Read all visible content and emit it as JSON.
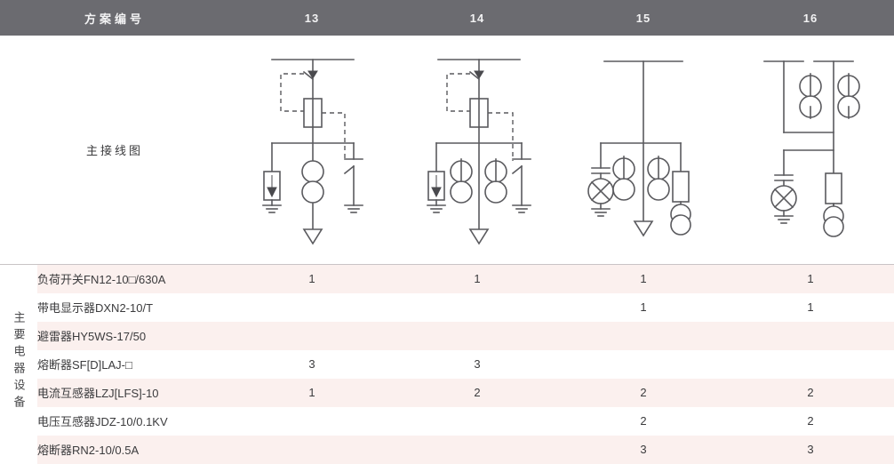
{
  "table": {
    "header": {
      "row_label": "方案编号",
      "columns": [
        "13",
        "14",
        "15",
        "16"
      ]
    },
    "diagram_row": {
      "label": "主接线图"
    },
    "equipment_group": {
      "vertical_label": "主要电器设备",
      "rows": [
        {
          "name": "负荷开关FN12-10□/630A",
          "values": [
            "1",
            "1",
            "1",
            "1"
          ]
        },
        {
          "name": "带电显示器DXN2-10/T",
          "values": [
            "",
            "",
            "1",
            "1"
          ]
        },
        {
          "name": "避雷器HY5WS-17/50",
          "values": [
            "",
            "",
            "",
            ""
          ]
        },
        {
          "name": "熔断器SF[D]LAJ-□",
          "values": [
            "3",
            "3",
            "",
            ""
          ]
        },
        {
          "name": "电流互感器LZJ[LFS]-10",
          "values": [
            "1",
            "2",
            "2",
            "2"
          ]
        },
        {
          "name": "电压互感器JDZ-10/0.1KV",
          "values": [
            "",
            "",
            "2",
            "2"
          ]
        },
        {
          "name": "熔断器RN2-10/0.5A",
          "values": [
            "",
            "",
            "3",
            "3"
          ]
        }
      ]
    }
  },
  "colors": {
    "header_background": "#6b6b70",
    "header_text": "#f2f2f3",
    "stripe_background": "#fbf0ee",
    "row_background": "#ffffff",
    "border": "#d9d5d7",
    "diagram_stroke": "#5a5a5e",
    "text": "#3b3b3d"
  },
  "diagrams": {
    "d13": {
      "name": "scheme-13-wiring-diagram",
      "elements": [
        "busbar",
        "load-switch",
        "dashed-interlock",
        "fuse",
        "surge-arrester",
        "current-transformer-pair",
        "earthing-switch",
        "outgoing-arrow"
      ]
    },
    "d14": {
      "name": "scheme-14-wiring-diagram",
      "elements": [
        "busbar",
        "load-switch",
        "dashed-interlock",
        "fuse",
        "surge-arrester",
        "current-transformer-pair-left",
        "current-transformer-pair-right",
        "earthing-switch",
        "outgoing-arrow"
      ]
    },
    "d15": {
      "name": "scheme-15-wiring-diagram",
      "elements": [
        "busbar",
        "capacitor",
        "voltage-indicator",
        "current-transformer-pair-left",
        "current-transformer-pair-right",
        "fuse",
        "voltage-transformer",
        "outgoing-arrow"
      ]
    },
    "d16": {
      "name": "scheme-16-wiring-diagram",
      "elements": [
        "split-busbar",
        "current-transformer-pair-left",
        "current-transformer-pair-right",
        "capacitor",
        "voltage-indicator",
        "fuse",
        "voltage-transformer"
      ]
    }
  }
}
